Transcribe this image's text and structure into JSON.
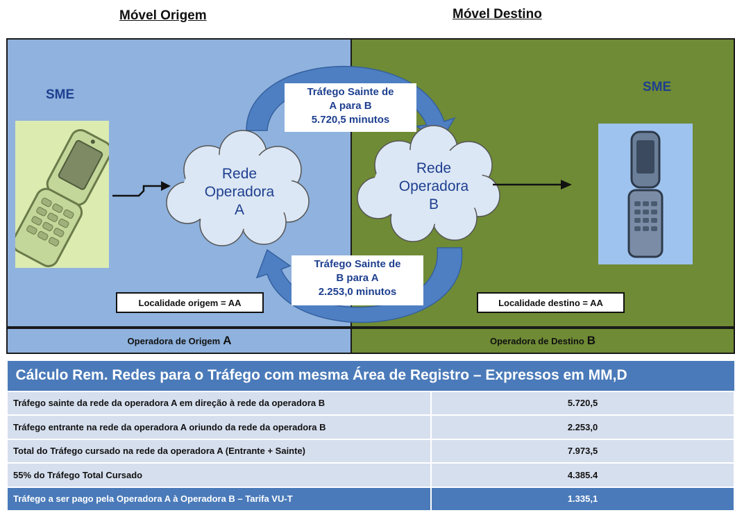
{
  "titles": {
    "left": "Móvel Origem",
    "right": "Móvel Destino"
  },
  "left": {
    "sme": "SME",
    "cloud_lines": [
      "Rede",
      "Operadora",
      "A"
    ],
    "locality": "Localidade origem = AA",
    "footer_label": "Operadora de Origem",
    "footer_letter": "A"
  },
  "right": {
    "sme": "SME",
    "cloud_lines": [
      "Rede",
      "Operadora",
      "B"
    ],
    "locality": "Localidade destino = AA",
    "footer_label": "Operadora de Destino",
    "footer_letter": "B"
  },
  "traffic": {
    "ab": [
      "Tráfego Sainte de",
      "A para B",
      "5.720,5 minutos"
    ],
    "ba": [
      "Tráfego Sainte de",
      "B para A",
      "2.253,0 minutos"
    ]
  },
  "colors": {
    "left_panel": "#8fb2de",
    "right_panel": "#6f8b35",
    "accent_text": "#1e3f8f",
    "table_header": "#4a7ab9",
    "table_row": "#d6dfee"
  },
  "table": {
    "header": "Cálculo Rem. Redes para o Tráfego com mesma Área de Registro – Expressos em MM,D",
    "rows": [
      {
        "label": "Tráfego  sainte da rede da operadora A em direção à rede da operadora B",
        "value": "5.720,5"
      },
      {
        "label": "Tráfego entrante na rede da operadora A oriundo da rede da operadora B",
        "value": "2.253,0"
      },
      {
        "label": "Total do Tráfego cursado  na rede  da operadora A (Entrante + Sainte)",
        "value": "7.973,5"
      },
      {
        "label": "55% do Tráfego Total Cursado",
        "value": "4.385.4"
      },
      {
        "label": "Tráfego a ser pago  pela Operadora A  à Operadora B – Tarifa VU-T",
        "value": "1.335,1"
      }
    ]
  }
}
